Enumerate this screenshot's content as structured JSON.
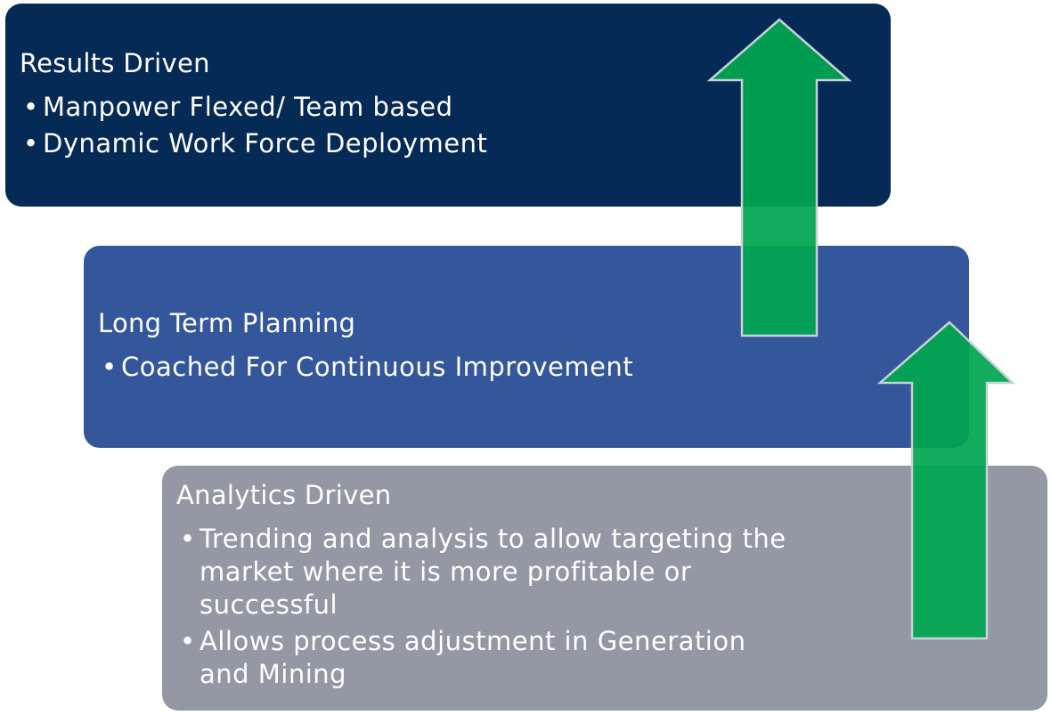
{
  "tiers": [
    {
      "title": "Results Driven",
      "bullets": [
        "Manpower Flexed/ Team based",
        "Dynamic Work Force Deployment"
      ],
      "color": "#062a56"
    },
    {
      "title": "Long Term Planning",
      "bullets": [
        "Coached For Continuous Improvement"
      ],
      "color": "#34569a"
    },
    {
      "title": "Analytics Driven",
      "bullets": [
        "Trending and analysis to allow targeting the market where it is more profitable or successful",
        "Allows process adjustment in Generation and Mining"
      ],
      "color": "#9498a4"
    }
  ],
  "arrow_color": "#00a650"
}
